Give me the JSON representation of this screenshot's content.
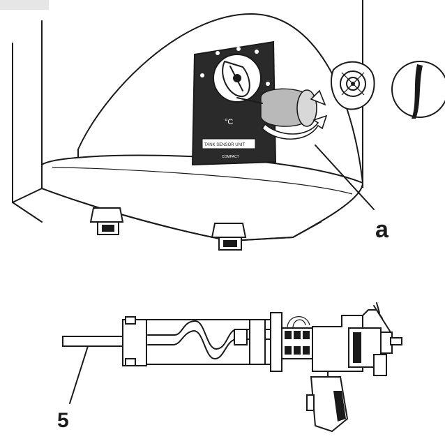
{
  "figure": {
    "callouts": {
      "a": "a",
      "five": "5"
    },
    "panel_text": {
      "degrees_symbol": "°C",
      "plate_label": "TANK SENSOR UNIT",
      "plate_sublabel": "COMPACT"
    },
    "colors": {
      "ink": "#1a1a1a",
      "panel": "#2a2a2a",
      "knob": "#b9b9b9",
      "arrow": "#ffffff"
    }
  }
}
